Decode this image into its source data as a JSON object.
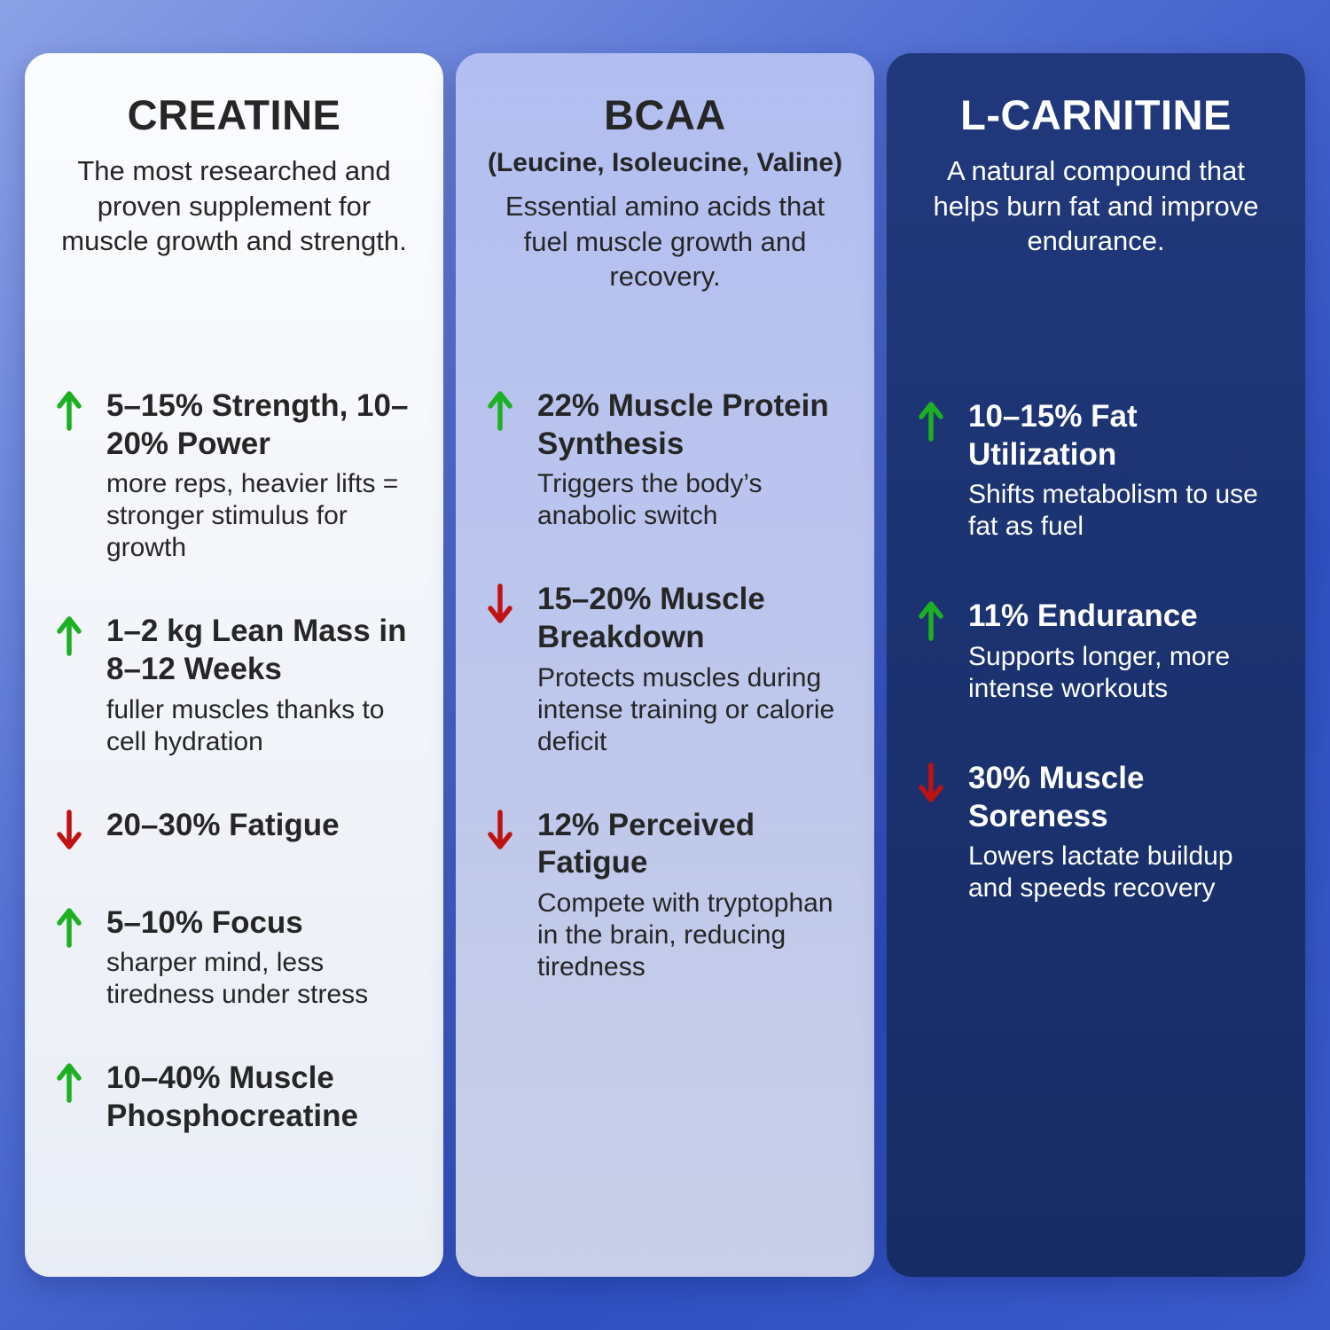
{
  "page": {
    "background_top_color": "#8ba1e6",
    "background_bottom_color": "#2f50c1"
  },
  "colors": {
    "increase_arrow": "#1cb022",
    "decrease_arrow": "#bf1212",
    "creatine_card_bg": "#f2f5fa",
    "bcaa_card_bg": "#bcc6ee",
    "lcarnitine_card_bg": "#1c346f",
    "dark_text": "#262626",
    "light_text": "#ffffff"
  },
  "columns": [
    {
      "title": "CREATINE",
      "subtitle": "",
      "description": "The most researched and proven supplement for muscle growth and strength.",
      "items": [
        {
          "direction": "up",
          "headline": "5–15% Strength, 10–20% Power",
          "detail": "more reps, heavier lifts = stronger stimulus for growth"
        },
        {
          "direction": "up",
          "headline": "1–2 kg Lean Mass in 8–12 Weeks",
          "detail": "fuller muscles thanks to cell hydration"
        },
        {
          "direction": "down",
          "headline": "20–30% Fatigue",
          "detail": ""
        },
        {
          "direction": "up",
          "headline": "5–10% Focus",
          "detail": "sharper mind, less tiredness under stress"
        },
        {
          "direction": "up",
          "headline": "10–40% Muscle Phosphocreatine",
          "detail": ""
        }
      ]
    },
    {
      "title": "BCAA",
      "subtitle": "(Leucine, Isoleucine, Valine)",
      "description": "Essential amino acids that fuel muscle growth and recovery.",
      "items": [
        {
          "direction": "up",
          "headline": "22% Muscle Protein Synthesis",
          "detail": "Triggers the body’s anabolic switch"
        },
        {
          "direction": "down",
          "headline": "15–20% Muscle Breakdown",
          "detail": "Protects muscles during intense training or calorie deficit"
        },
        {
          "direction": "down",
          "headline": "12% Perceived Fatigue",
          "detail": "Compete with tryptophan in the brain, reducing tiredness"
        }
      ]
    },
    {
      "title": "L-CARNITINE",
      "subtitle": "",
      "description": "A natural compound that helps burn fat and improve endurance.",
      "items": [
        {
          "direction": "up",
          "headline": "10–15% Fat Utilization",
          "detail": "Shifts metabolism to use fat as fuel"
        },
        {
          "direction": "up",
          "headline": "11% Endurance",
          "detail": "Supports longer, more intense workouts"
        },
        {
          "direction": "down",
          "headline": "30% Muscle Soreness",
          "detail": "Lowers lactate buildup and speeds recovery"
        }
      ]
    }
  ]
}
